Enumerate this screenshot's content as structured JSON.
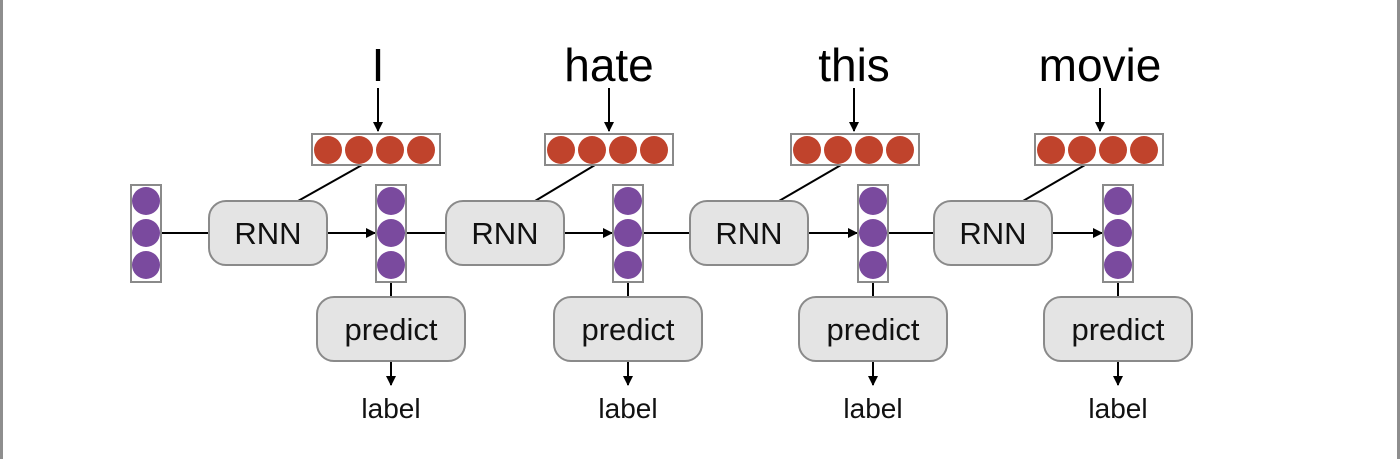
{
  "words": [
    "I",
    "hate",
    "this",
    "movie"
  ],
  "rnn_label": "RNN",
  "predict_label": "predict",
  "output_label": "label",
  "colors": {
    "embedding": "#c0432c",
    "hidden": "#7a4a9e",
    "box_fill": "#e4e4e4",
    "box_stroke": "#8a8a8a",
    "line": "#000000"
  }
}
